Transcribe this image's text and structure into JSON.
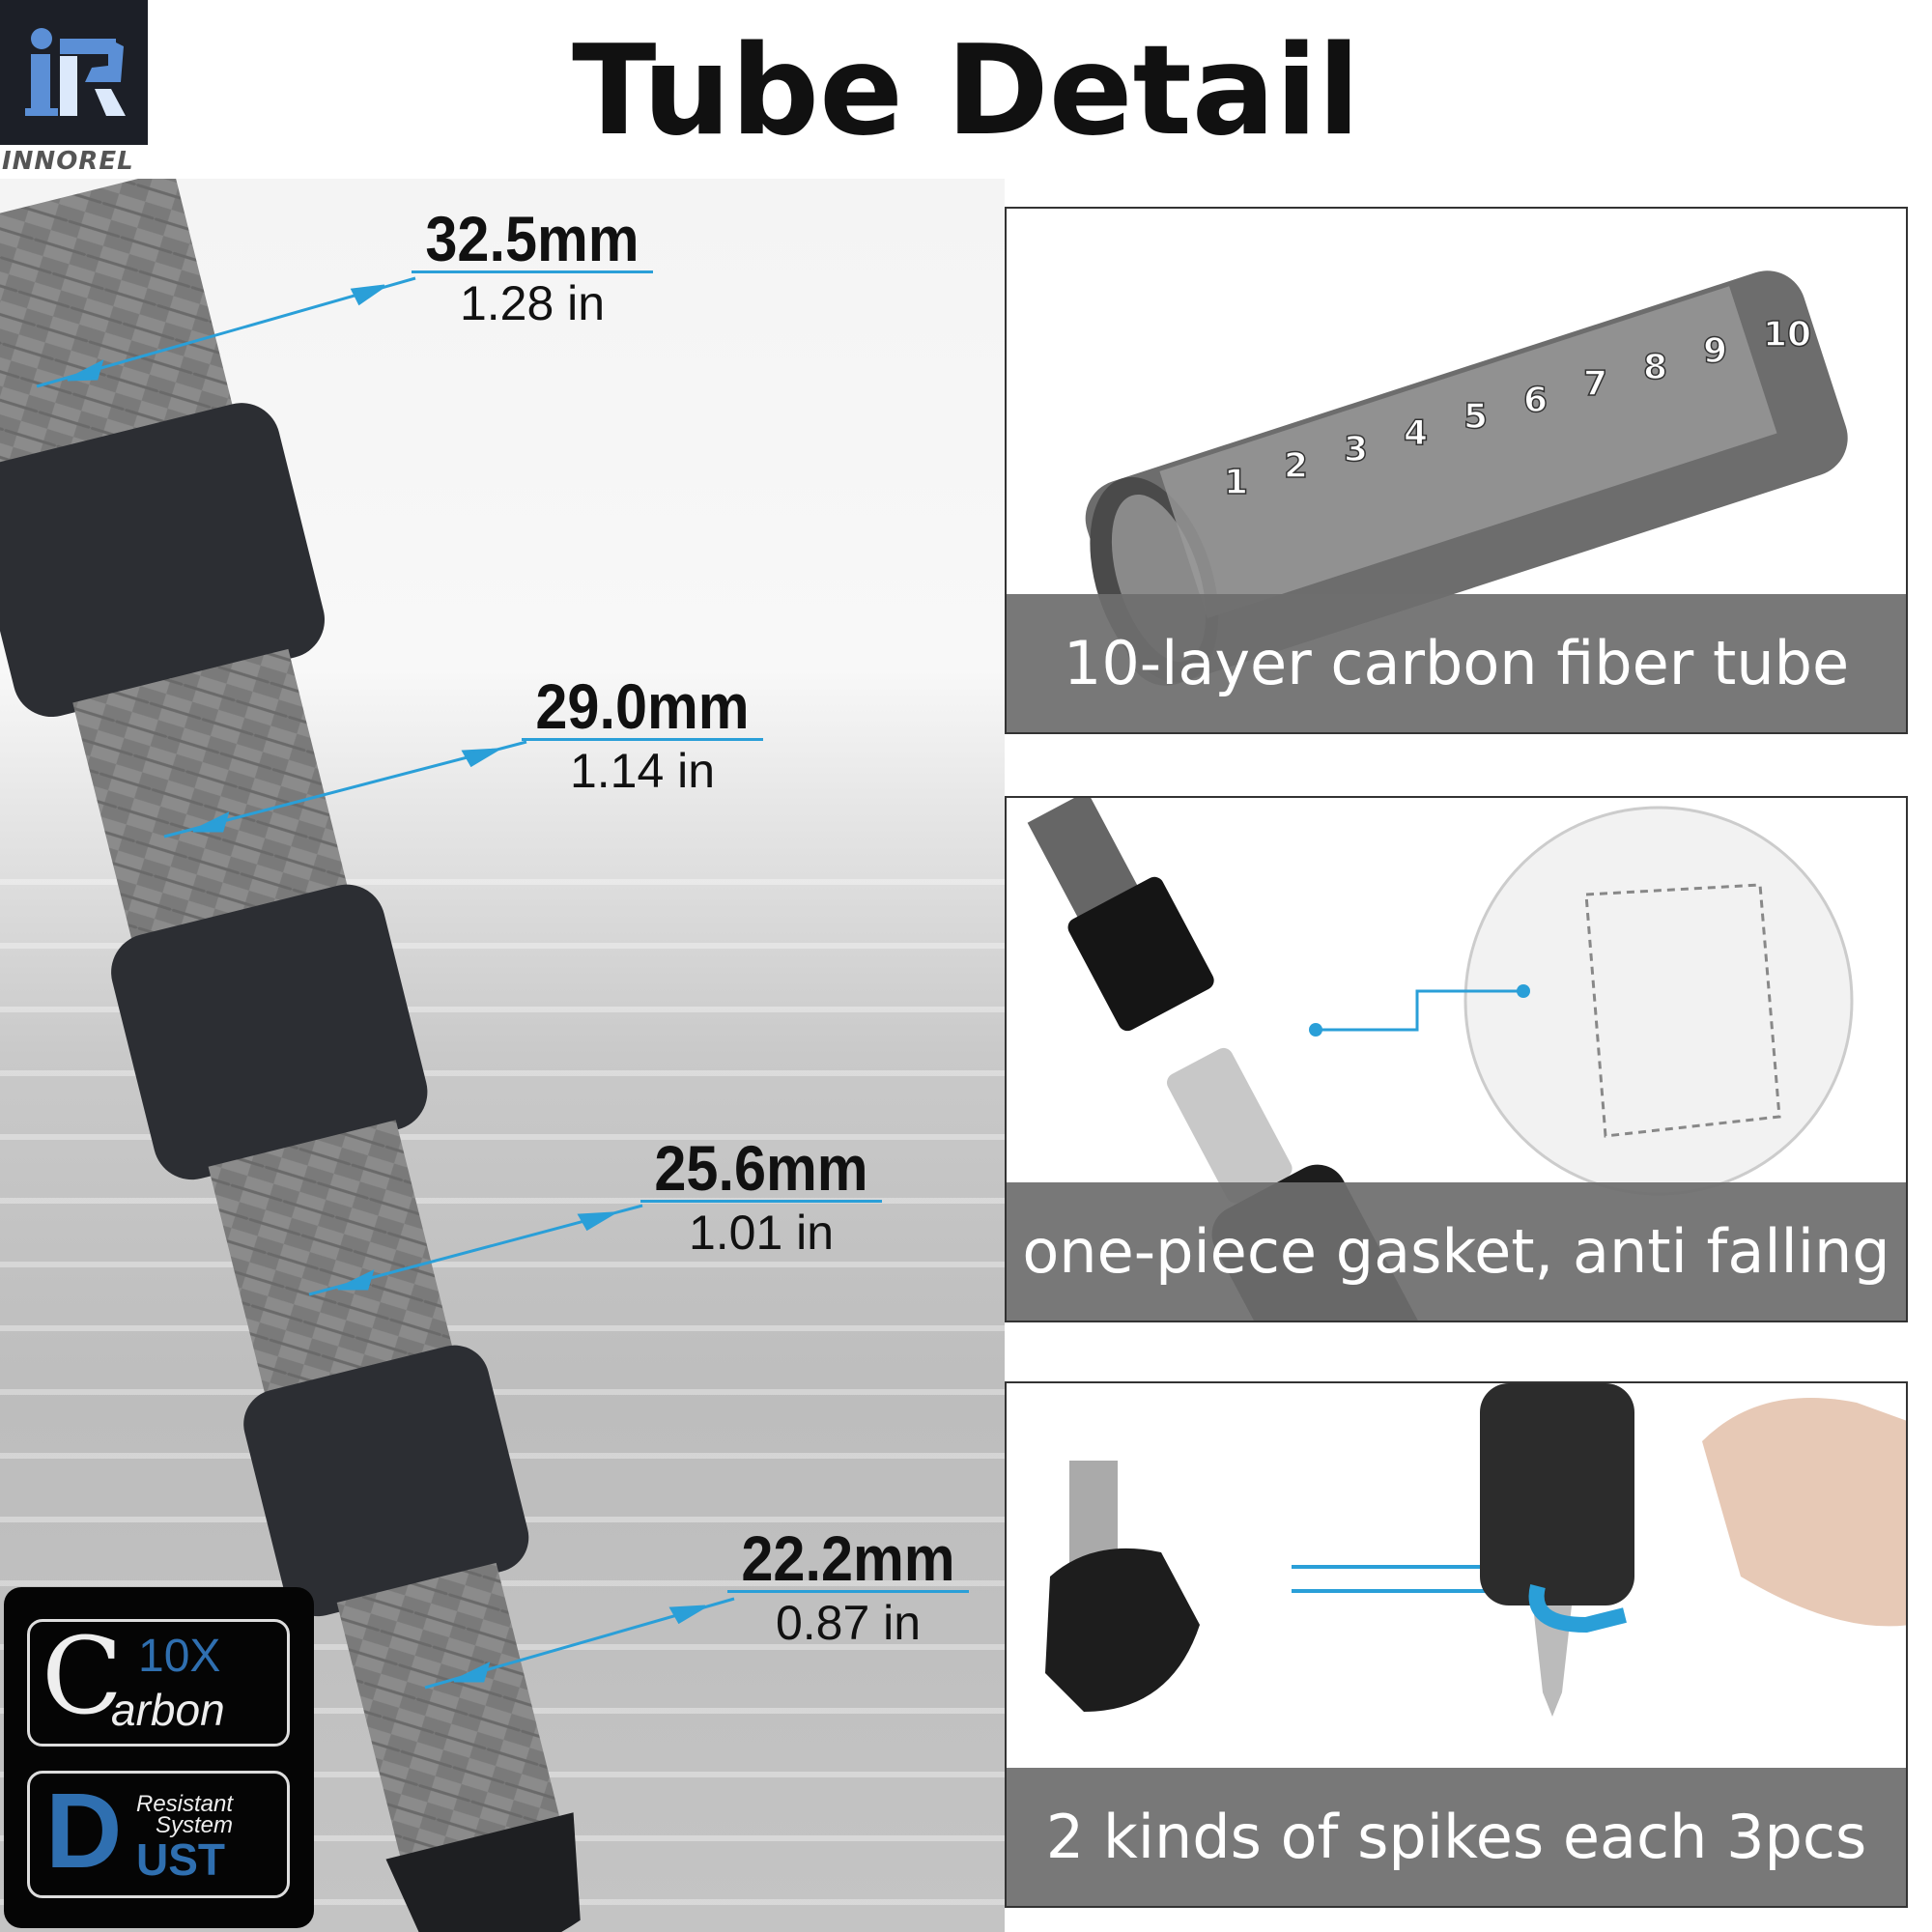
{
  "brand": {
    "logo_text": "iR",
    "name": "INNOREL",
    "accent": "#5b8fd6"
  },
  "title": "Tube Detail",
  "measurements": [
    {
      "mm": "32.5mm",
      "in": "1.28 in"
    },
    {
      "mm": "29.0mm",
      "in": "1.14 in"
    },
    {
      "mm": "25.6mm",
      "in": "1.01 in"
    },
    {
      "mm": "22.2mm",
      "in": "0.87 in"
    }
  ],
  "panels": [
    {
      "caption": "10-layer carbon fiber tube",
      "layers": [
        "1",
        "2",
        "3",
        "4",
        "5",
        "6",
        "7",
        "8",
        "9",
        "10"
      ]
    },
    {
      "caption": "one-piece gasket, anti falling"
    },
    {
      "caption": "2 kinds of spikes each 3pcs"
    }
  ],
  "badges": {
    "carbon": {
      "big": "C",
      "num": "10X",
      "word": "arbon"
    },
    "dust": {
      "big": "D",
      "line1": "Resistant",
      "line2": "System",
      "word": "UST"
    }
  },
  "colors": {
    "arrow": "#2a9fd8",
    "badge_blue": "#2f6fb0"
  }
}
